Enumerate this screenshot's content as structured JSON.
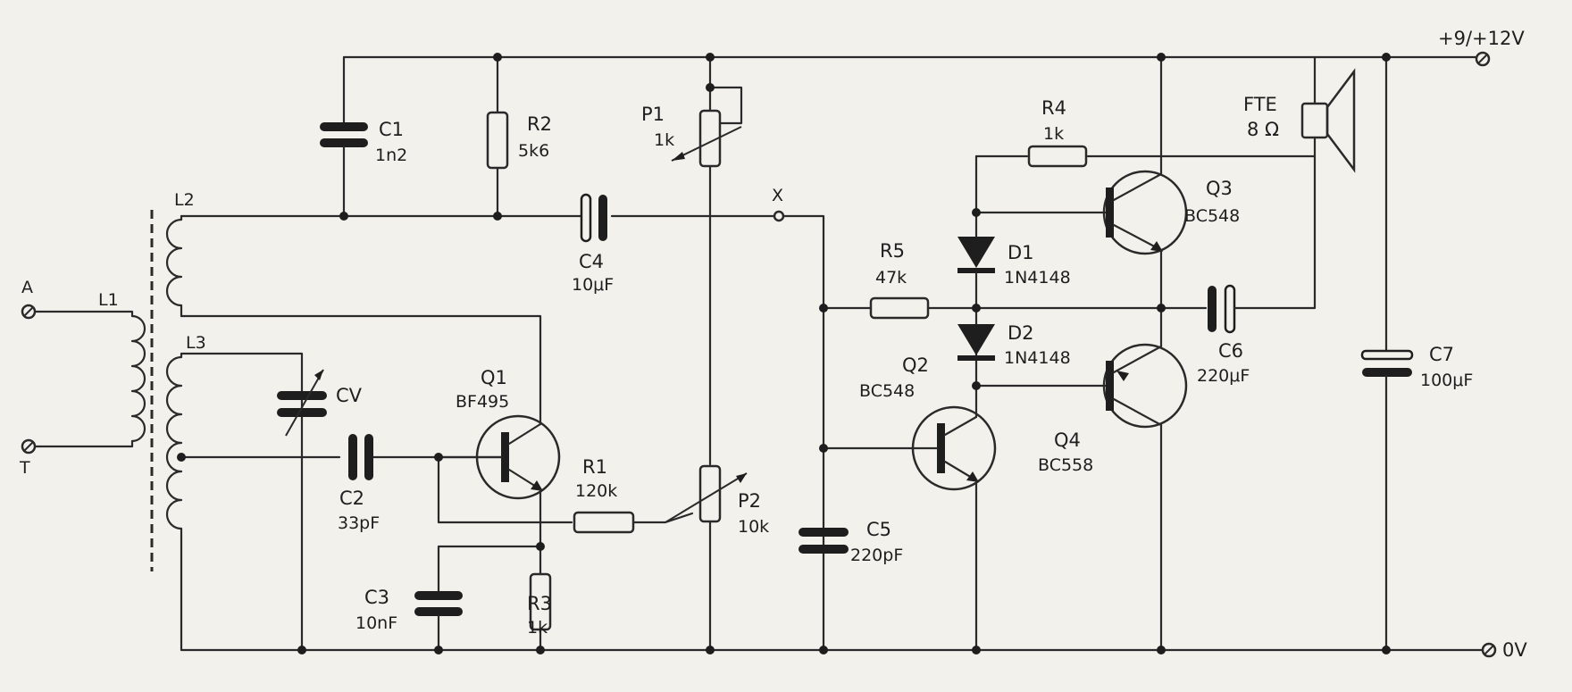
{
  "components": {
    "c1": {
      "ref": "C1",
      "value": "1n2"
    },
    "r2": {
      "ref": "R2",
      "value": "5k6"
    },
    "p1": {
      "ref": "P1",
      "value": "1k"
    },
    "r4": {
      "ref": "R4",
      "value": "1k"
    },
    "speaker": {
      "ref": "FTE",
      "value": "8 Ω"
    },
    "l2": {
      "ref": "L2"
    },
    "l1": {
      "ref": "L1"
    },
    "l3": {
      "ref": "L3"
    },
    "c4": {
      "ref": "C4",
      "value": "10μF"
    },
    "node_x": {
      "ref": "X"
    },
    "q3": {
      "ref": "Q3",
      "value": "BC548"
    },
    "d1": {
      "ref": "D1",
      "value": "1N4148"
    },
    "r5": {
      "ref": "R5",
      "value": "47k"
    },
    "d2": {
      "ref": "D2",
      "value": "1N4148"
    },
    "cv": {
      "ref": "CV"
    },
    "q1": {
      "ref": "Q1",
      "value": "BF495"
    },
    "q2": {
      "ref": "Q2",
      "value": "BC548"
    },
    "q4": {
      "ref": "Q4",
      "value": "BC558"
    },
    "c6": {
      "ref": "C6",
      "value": "220μF"
    },
    "c7": {
      "ref": "C7",
      "value": "100μF"
    },
    "c2": {
      "ref": "C2",
      "value": "33pF"
    },
    "r1": {
      "ref": "R1",
      "value": "120k"
    },
    "p2": {
      "ref": "P2",
      "value": "10k"
    },
    "c5": {
      "ref": "C5",
      "value": "220pF"
    },
    "c3": {
      "ref": "C3",
      "value": "10nF"
    },
    "r3": {
      "ref": "R3",
      "value": "1k"
    }
  },
  "terminals": {
    "antenna": "A",
    "ground": "T",
    "supply": "+9/+12V",
    "zero": "0V"
  }
}
